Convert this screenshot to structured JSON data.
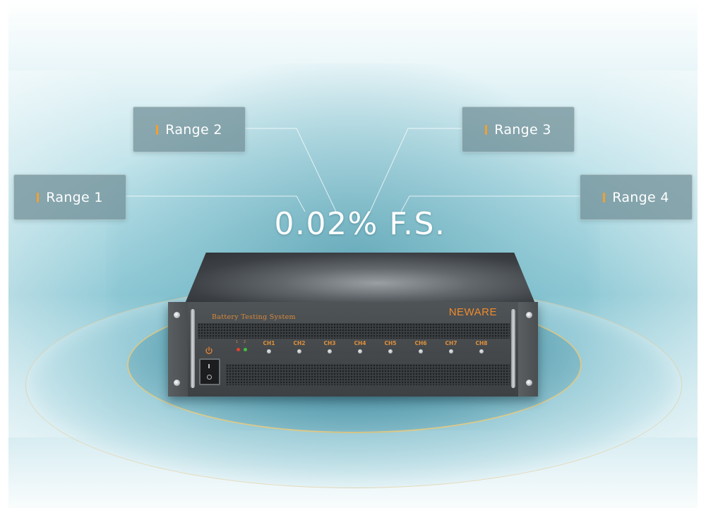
{
  "headline": "0.02% F.S.",
  "ranges": [
    {
      "label": "Range 1"
    },
    {
      "label": "Range 2"
    },
    {
      "label": "Range 3"
    },
    {
      "label": "Range 4"
    }
  ],
  "device": {
    "panel_label": "Battery Testing System",
    "logo": "NEWARE",
    "status_led_labels": [
      "1",
      "2"
    ],
    "channels": [
      "CH1",
      "CH2",
      "CH3",
      "CH4",
      "CH5",
      "CH6",
      "CH7",
      "CH8"
    ],
    "power_icon": "power-icon"
  },
  "colors": {
    "accent": "#f08a2a",
    "card_bg": "#6e8c94",
    "shaft": "#80c2d0",
    "device_body": "#45494c",
    "led_red": "#e04030",
    "led_green": "#40c040"
  }
}
